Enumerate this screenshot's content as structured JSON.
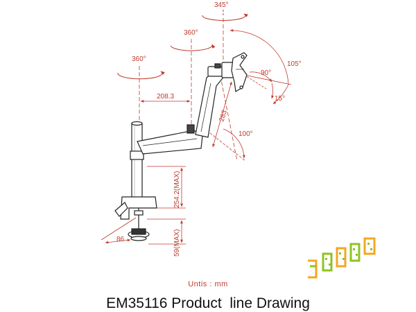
{
  "colors": {
    "dimension": "#c0392b",
    "drawing": "#222222",
    "logo_green": "#8fc31f",
    "logo_yellow": "#f5a623"
  },
  "rotations": {
    "top": "345°",
    "upper": "360°",
    "left": "360°"
  },
  "dimensions": {
    "arm_length": "208.3",
    "forearm_length": "283",
    "tilt_up": "105°",
    "tilt_mid": "90°",
    "tilt_down": "15°",
    "arm_angle": "100°",
    "clamp_max": "254.2(MAX)",
    "grommet_max": "59(MAX)",
    "base_width": "86"
  },
  "footer": {
    "units": "Untis : mm",
    "title": "EM35116 Product  line Drawing"
  }
}
